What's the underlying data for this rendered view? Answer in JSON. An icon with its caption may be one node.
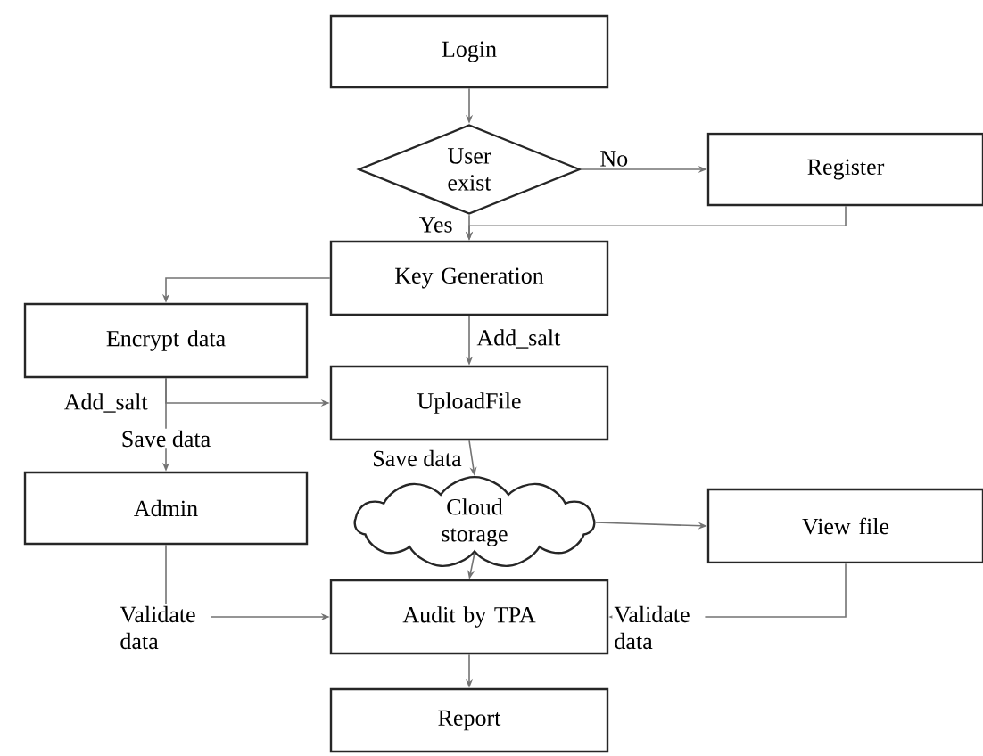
{
  "diagram": {
    "nodes": [
      {
        "text": [
          "Login"
        ]
      },
      {
        "text": [
          "User exist"
        ]
      },
      {
        "text": [
          "Register"
        ]
      },
      {
        "text": [
          "Key Generation"
        ]
      },
      {
        "text": [
          "Encrypt data"
        ]
      },
      {
        "text": [
          "UploadFile"
        ]
      },
      {
        "text": [
          "Admin"
        ]
      },
      {
        "text": [
          "Cloud storage"
        ]
      },
      {
        "text": [
          "View file"
        ]
      },
      {
        "text": [
          "Audit by TPA"
        ]
      },
      {
        "text": [
          "Report"
        ]
      }
    ],
    "edges": [
      {
        "from": 0,
        "to": 1,
        "arrow": "to"
      },
      {
        "from": 1,
        "to": 2,
        "arrow": "to",
        "label": "No"
      },
      {
        "from": 1,
        "to": 3,
        "arrow": "to",
        "label": "Yes"
      },
      {
        "from": 2,
        "to": 3,
        "arrow": "to"
      },
      {
        "from": 3,
        "to": 4,
        "arrow": "to"
      },
      {
        "from": 3,
        "to": 5,
        "arrow": "to",
        "label": "Add_salt"
      },
      {
        "from": 4,
        "to": 5,
        "arrow": "to",
        "label": "Add_salt"
      },
      {
        "from": 4,
        "to": 6,
        "arrow": "to",
        "label": "Save data"
      },
      {
        "from": 5,
        "to": 7,
        "arrow": "to",
        "label": "Save data"
      },
      {
        "from": 7,
        "to": 8,
        "arrow": "to"
      },
      {
        "from": 7,
        "to": 9,
        "arrow": "to"
      },
      {
        "from": 6,
        "to": 9,
        "arrow": "to",
        "label": "Validate data"
      },
      {
        "from": 8,
        "to": 9,
        "arrow": "to",
        "label": "Validate data"
      },
      {
        "from": 9,
        "to": 10,
        "arrow": "to"
      }
    ]
  }
}
